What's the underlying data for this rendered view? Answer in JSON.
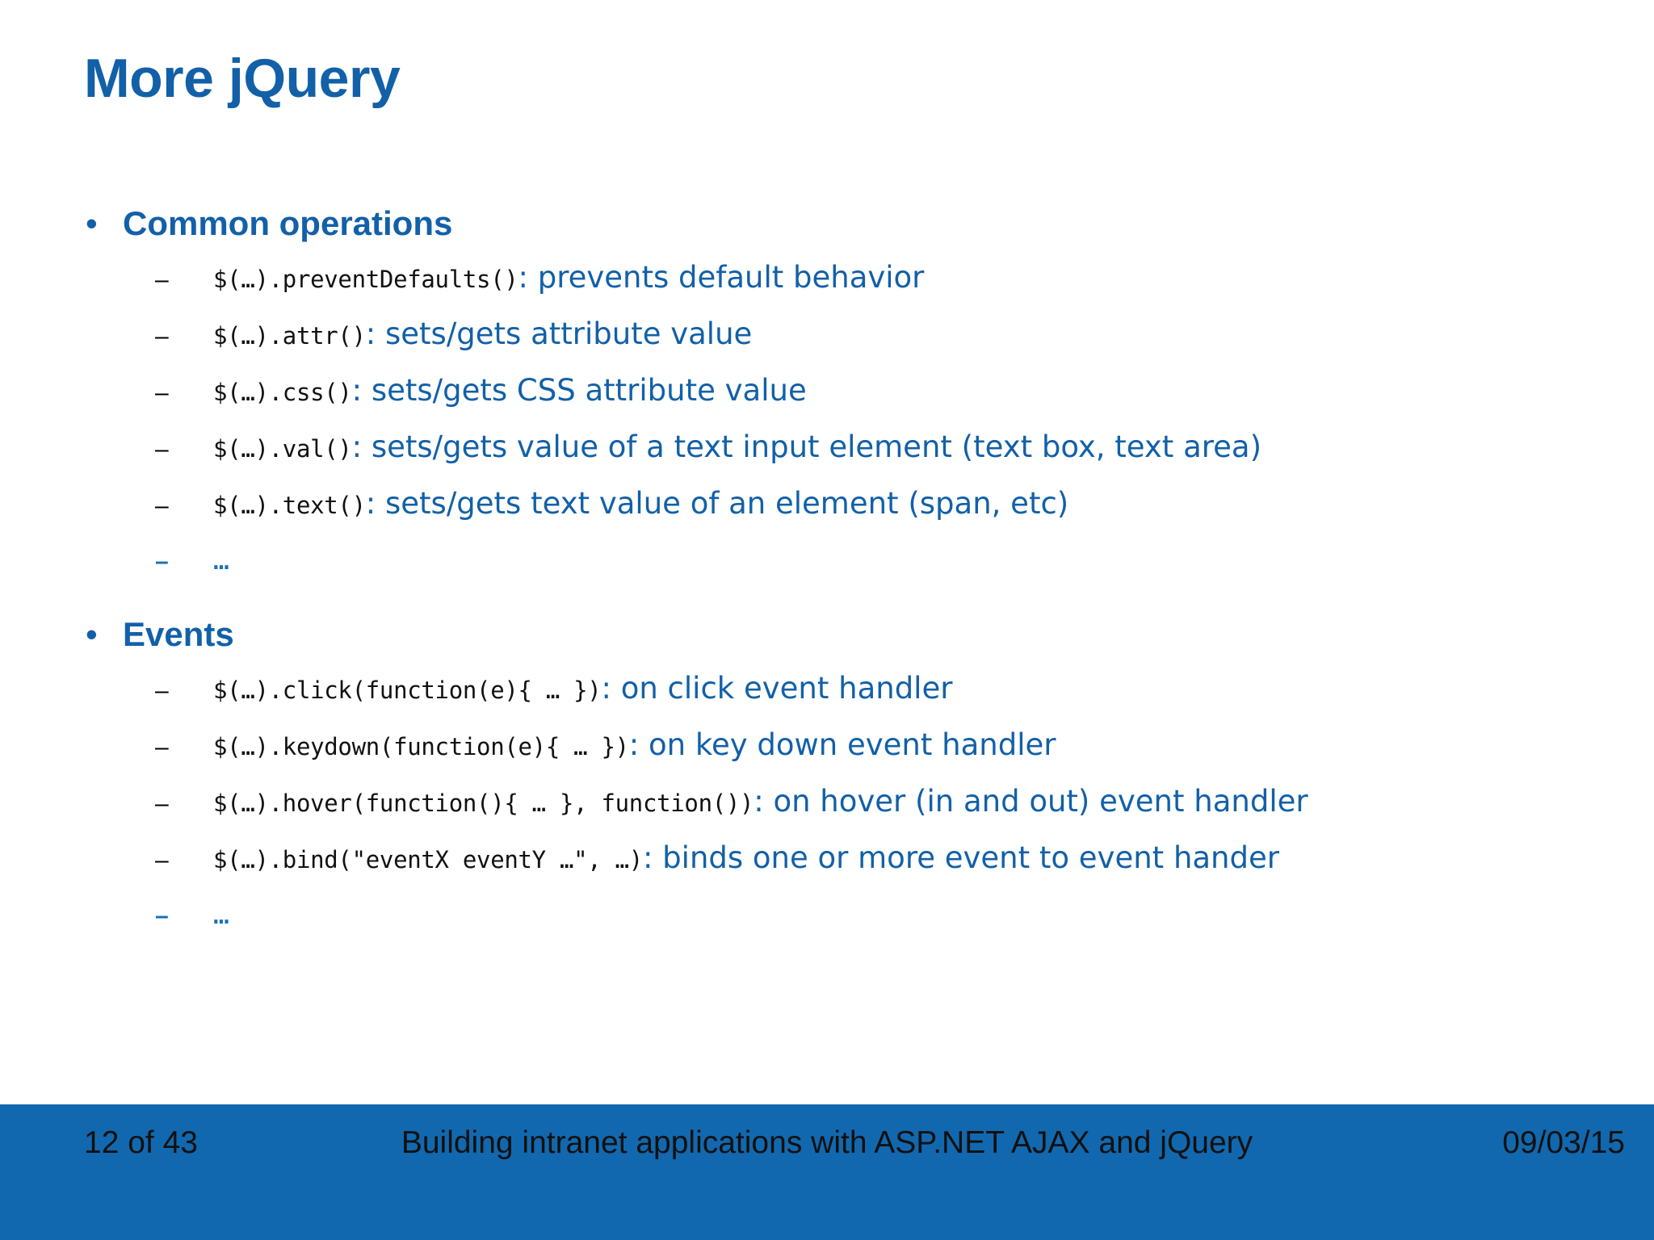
{
  "slide": {
    "title": "More jQuery",
    "accent_color": "#1260A8",
    "footer_band_color": "#1268AE",
    "code_color": "#111111",
    "description_color": "#1260A8"
  },
  "sections": [
    {
      "bullet_glyph": "•",
      "heading": "Common operations",
      "items": [
        {
          "dash": "–",
          "code": "$(…).preventDefaults()",
          "desc": ": prevents default behavior"
        },
        {
          "dash": "–",
          "code": "$(…).attr()",
          "desc": ": sets/gets attribute value"
        },
        {
          "dash": "–",
          "code": "$(…).css()",
          "desc": ": sets/gets CSS attribute value"
        },
        {
          "dash": "–",
          "code": "$(…).val()",
          "desc": ": sets/gets value of a text input element (text box, text area)"
        },
        {
          "dash": "–",
          "code": "$(…).text()",
          "desc": ": sets/gets text value of an element (span, etc)"
        },
        {
          "dash": "–",
          "code": "…",
          "desc": "",
          "ellipsis_only": true
        }
      ]
    },
    {
      "bullet_glyph": "•",
      "heading": "Events",
      "items": [
        {
          "dash": "–",
          "code": "$(…).click(function(e){ … })",
          "desc": ": on click event handler"
        },
        {
          "dash": "–",
          "code": "$(…).keydown(function(e){ … })",
          "desc": ": on key down event handler"
        },
        {
          "dash": "–",
          "code": "$(…).hover(function(){ … }, function())",
          "desc": ": on hover (in and out) event handler"
        },
        {
          "dash": "–",
          "code": "$(…).bind(\"eventX eventY …\", …)",
          "desc": ": binds one or more event to event hander"
        },
        {
          "dash": "–",
          "code": "…",
          "desc": "",
          "ellipsis_only": true
        }
      ]
    }
  ],
  "footer": {
    "page": "12 of 43",
    "center": "Building intranet applications with ASP.NET AJAX and jQuery",
    "date": "09/03/15"
  }
}
